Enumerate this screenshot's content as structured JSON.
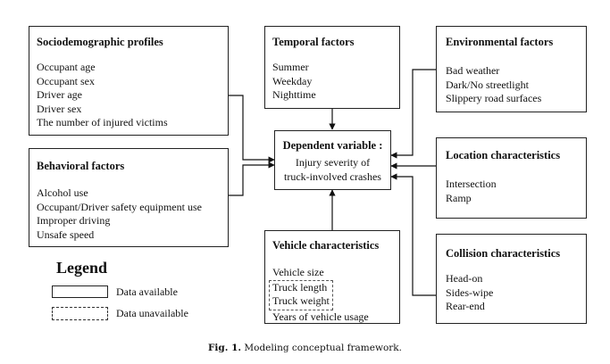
{
  "boxes": {
    "socio": {
      "title": "Sociodemographic profiles",
      "items": [
        "Occupant age",
        "Occupant sex",
        "Driver age",
        "Driver sex",
        "The number of injured victims"
      ]
    },
    "behavioral": {
      "title": "Behavioral factors",
      "items": [
        "Alcohol use",
        "Occupant/Driver safety equipment use",
        "Improper driving",
        "Unsafe speed"
      ]
    },
    "temporal": {
      "title": "Temporal factors",
      "items": [
        "Summer",
        "Weekday",
        "Nighttime"
      ]
    },
    "dependent": {
      "title": "Dependent variable :",
      "line1": "Injury severity of",
      "line2": "truck-involved crashes"
    },
    "vehicle": {
      "title": "Vehicle characteristics",
      "item1": "Vehicle size",
      "dashed1": "Truck length",
      "dashed2": "Truck weight",
      "item4": "Years of vehicle usage"
    },
    "environmental": {
      "title": "Environmental factors",
      "items": [
        "Bad weather",
        "Dark/No streetlight",
        "Slippery road surfaces"
      ]
    },
    "location": {
      "title": "Location characteristics",
      "items": [
        "Intersection",
        "Ramp"
      ]
    },
    "collision": {
      "title": "Collision characteristics",
      "items": [
        "Head-on",
        "Sides-wipe",
        "Rear-end"
      ]
    }
  },
  "legend": {
    "title": "Legend",
    "available": "Data available",
    "unavailable": "Data unavailable"
  },
  "caption": {
    "label": "Fig. 1.",
    "text": "Modeling conceptual framework."
  }
}
